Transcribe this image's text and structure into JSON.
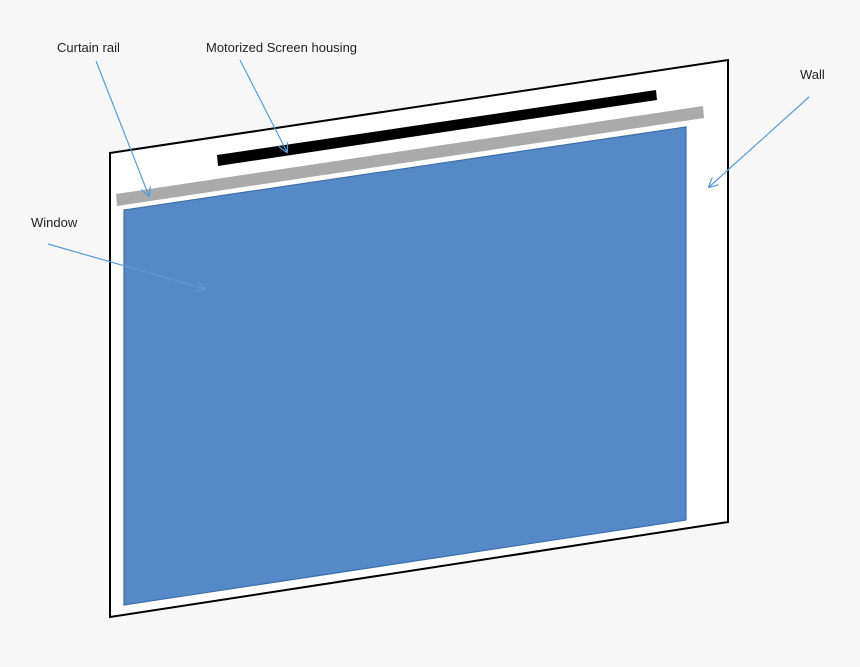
{
  "labels": {
    "curtain_rail": "Curtain rail",
    "motorized_screen_housing": "Motorized Screen housing",
    "wall": "Wall",
    "window": "Window"
  },
  "colors": {
    "background": "#f7f7f7",
    "wall_fill": "#ffffff",
    "outline": "#000000",
    "housing": "#000000",
    "rail": "#aaaaaa",
    "window_fill": "#5589c7",
    "window_stroke": "#3d6fa8",
    "arrow": "#5b9bd5"
  }
}
